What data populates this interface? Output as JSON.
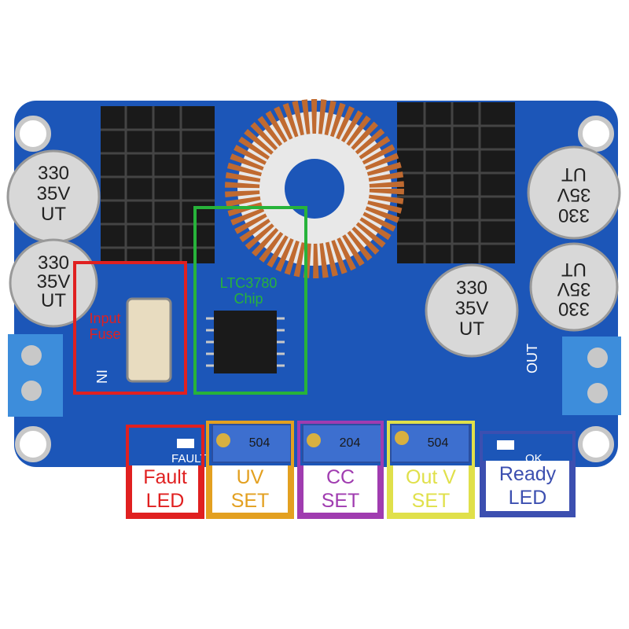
{
  "annotations": {
    "fuse": {
      "title_line1": "Input",
      "title_line2": "Fuse",
      "color": "#e02020"
    },
    "chip": {
      "title_line1": "LTC3780",
      "title_line2": "Chip",
      "color": "#27b33a"
    }
  },
  "labels": [
    {
      "line1": "Fault",
      "line2": "LED",
      "color": "#e02020"
    },
    {
      "line1": "UV",
      "line2": "SET",
      "color": "#e3a020"
    },
    {
      "line1": "CC",
      "line2": "SET",
      "color": "#a03cb0"
    },
    {
      "line1": "Out V",
      "line2": "SET",
      "color": "#e0e04a"
    },
    {
      "line1": "Ready",
      "line2": "LED",
      "color": "#3c4fb0"
    }
  ],
  "board_text": {
    "cap1": [
      "330",
      "35V",
      "UT"
    ],
    "cap2": [
      "330",
      "35V",
      "UT"
    ],
    "cap3": [
      "330",
      "35V",
      "UT"
    ],
    "cap4": [
      "330",
      "35V",
      "UT"
    ],
    "cap5": [
      "330",
      "35V",
      "UT"
    ],
    "fault_silk": "FAULT",
    "ok_silk": "OK",
    "in_silk": "IN",
    "out_silk": "OUT",
    "pot1": "504",
    "pot2": "204",
    "pot3": "504"
  },
  "colors": {
    "pcb": "#1c56b8",
    "heatsink": "#1a1a1a",
    "copper": "#c06a30",
    "terminal": "#3d8ddb",
    "cap_body": "#d8d8d8"
  }
}
